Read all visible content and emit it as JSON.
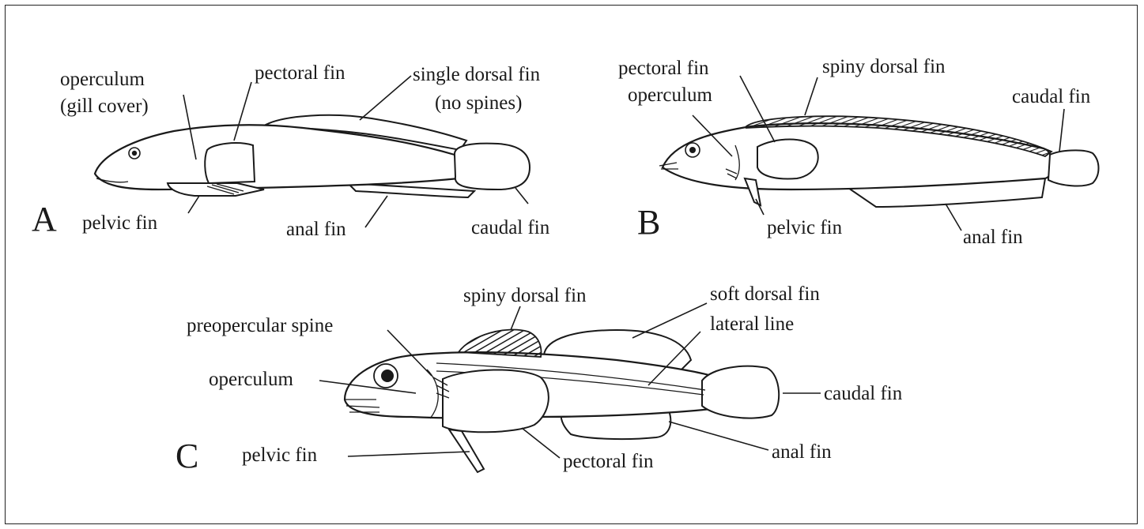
{
  "figure": {
    "A": {
      "letter": "A",
      "labels": {
        "operculum": "operculum",
        "gill_cover": "(gill cover)",
        "pectoral_fin": "pectoral fin",
        "single_dorsal_fin": "single dorsal fin",
        "no_spines": "(no spines)",
        "pelvic_fin": "pelvic fin",
        "anal_fin": "anal fin",
        "caudal_fin": "caudal fin"
      }
    },
    "B": {
      "letter": "B",
      "labels": {
        "pectoral_fin": "pectoral fin",
        "operculum": "operculum",
        "spiny_dorsal_fin": "spiny dorsal fin",
        "caudal_fin": "caudal fin",
        "pelvic_fin": "pelvic fin",
        "anal_fin": "anal fin"
      }
    },
    "C": {
      "letter": "C",
      "labels": {
        "spiny_dorsal_fin": "spiny dorsal fin",
        "soft_dorsal_fin": "soft dorsal fin",
        "preopercular_spine": "preopercular spine",
        "lateral_line": "lateral line",
        "operculum": "operculum",
        "caudal_fin": "caudal fin",
        "pelvic_fin": "pelvic fin",
        "pectoral_fin": "pectoral fin",
        "anal_fin": "anal fin"
      }
    }
  }
}
